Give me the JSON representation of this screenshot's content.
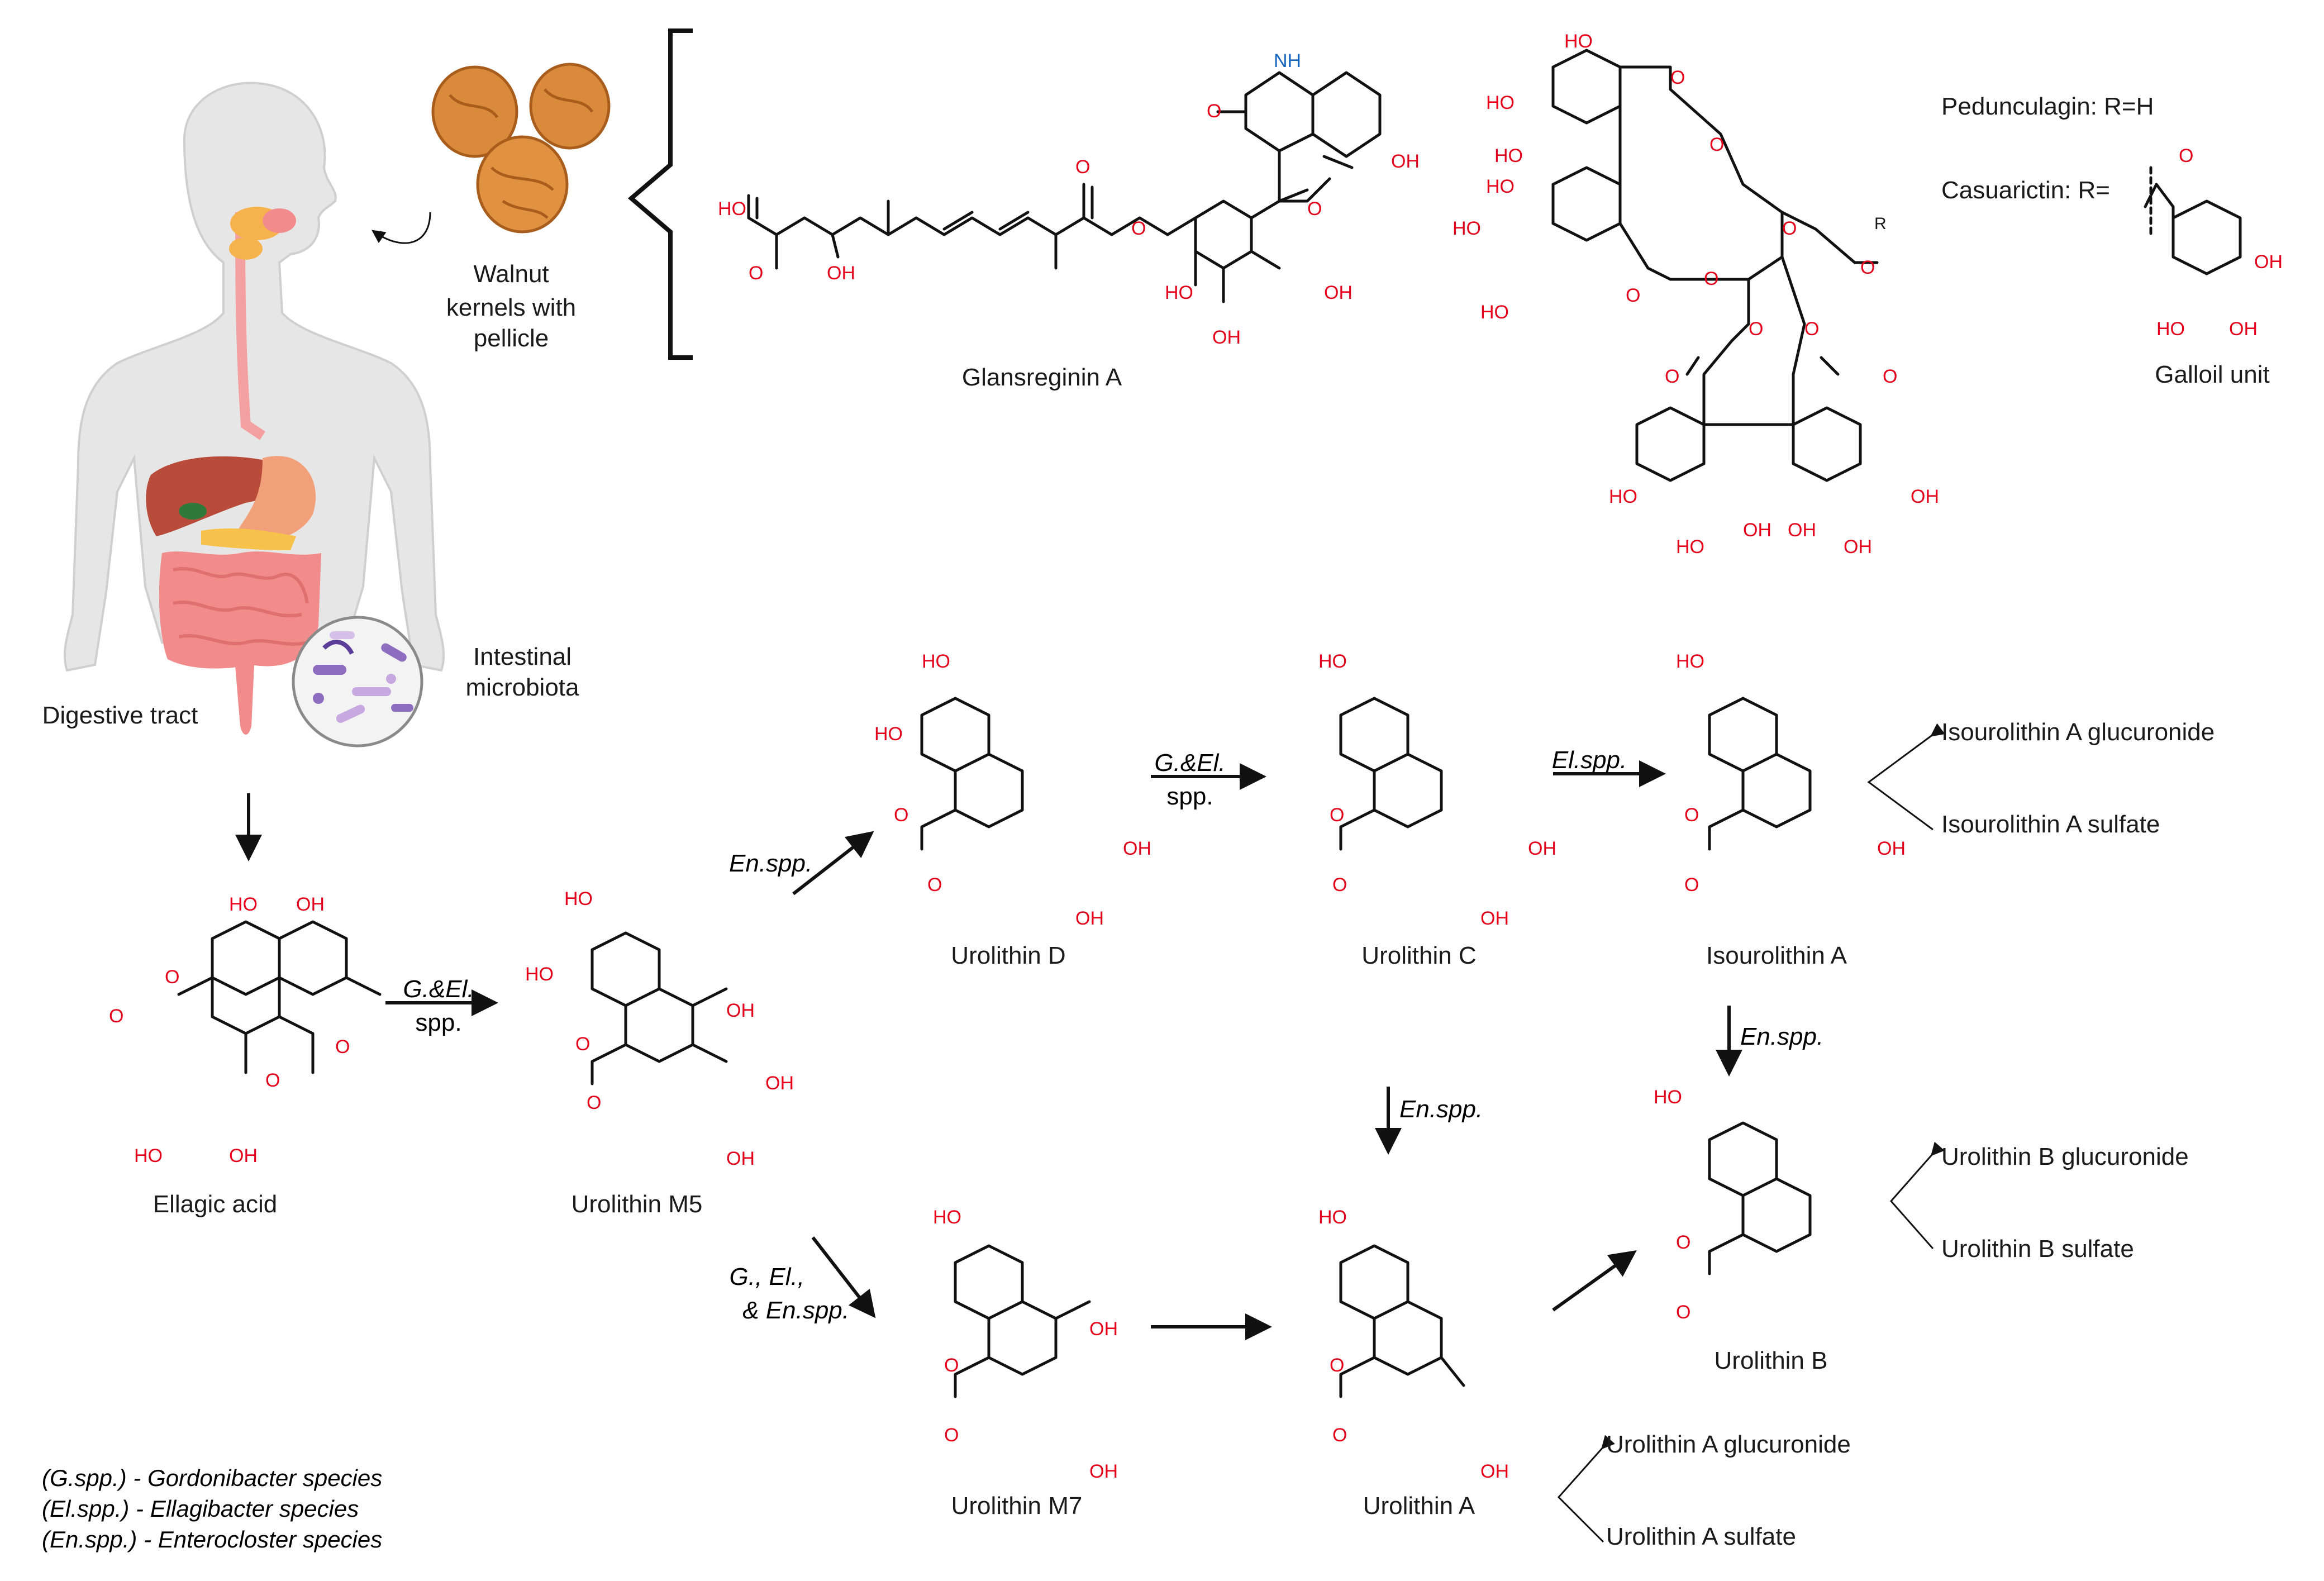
{
  "labels": {
    "walnut": [
      "Walnut",
      "kernels with",
      "pellicle"
    ],
    "digestive_tract": "Digestive tract",
    "intestinal_microbiota": [
      "Intestinal",
      "microbiota"
    ],
    "glansreginin": "Glansreginin A",
    "pedunculagin": "Pedunculagin: R=H",
    "casuarictin": "Casuarictin: R=",
    "galloil": "Galloil unit",
    "ellagic_acid": "Ellagic acid",
    "urolithin_m5": "Urolithin M5",
    "urolithin_d": "Urolithin D",
    "urolithin_c": "Urolithin C",
    "isourolithin_a": "Isourolithin A",
    "urolithin_m7": "Urolithin M7",
    "urolithin_a": "Urolithin A",
    "urolithin_b": "Urolithin B"
  },
  "conjugates": {
    "iso_gluc": "Isourolithin A glucuronide",
    "iso_sulf": "Isourolithin A sulfate",
    "uroB_gluc": "Urolithin B glucuronide",
    "uroB_sulf": "Urolithin B sulfate",
    "uroA_gluc": "Urolithin A glucuronide",
    "uroA_sulf": "Urolithin A sulfate"
  },
  "arrows": {
    "ge_1": "G.&El.",
    "ge_1b": "spp.",
    "en_1": "En.spp.",
    "ge_2": "G.&El.",
    "ge_2b": "spp.",
    "el_1": "El.spp.",
    "en_2": "En.spp.",
    "en_3": "En.spp.",
    "gee_1": "G., El.,",
    "gee_2": "& En.spp."
  },
  "atoms": {
    "oh": "OH",
    "ho": "HO",
    "o": "O",
    "nh": "NH",
    "r": "R"
  },
  "legend": [
    "(G.spp.) - Gordonibacter species",
    "(El.spp.) -  Ellagibacter species",
    "(En.spp.) - Enterocloster species"
  ],
  "colors": {
    "oxygen": "#e4001b",
    "nitrogen": "#1565c0",
    "walnut": "#d98a3a",
    "skin": "#e8e8e8",
    "intestine": "#f28b8b",
    "liver": "#b84b3a"
  }
}
